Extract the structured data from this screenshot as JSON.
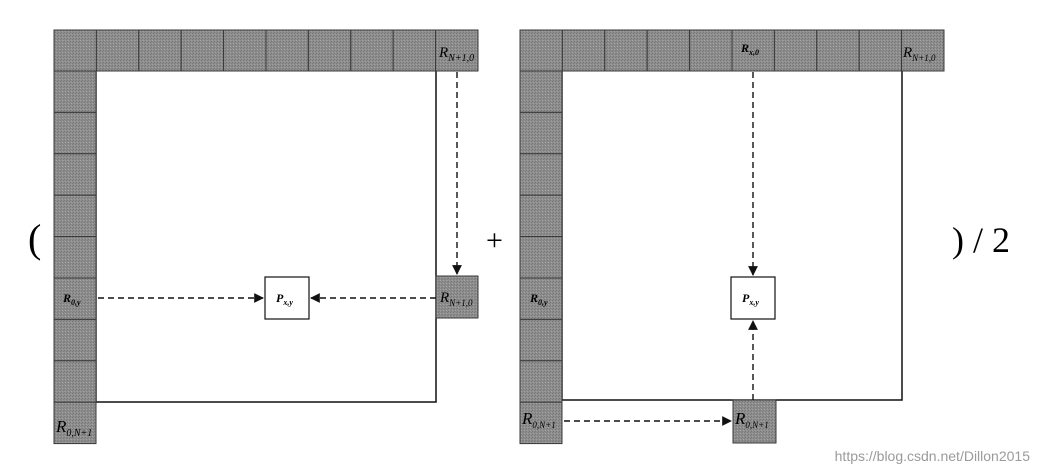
{
  "operators": {
    "open_paren": "(",
    "plus": "+",
    "close_div": ") / 2"
  },
  "diagram_left": {
    "top_right_ref": {
      "main": "R",
      "sub": "N+1,0"
    },
    "left_ref": {
      "main": "R",
      "sub": "0,y"
    },
    "bottom_left_ref": {
      "main": "R",
      "sub": "0,N+1"
    },
    "right_ref": {
      "main": "R",
      "sub": "N+1,0"
    },
    "target": {
      "main": "P",
      "sub": "x,y"
    }
  },
  "diagram_right": {
    "top_ref": {
      "main": "R",
      "sub": "x,0"
    },
    "top_right_ref": {
      "main": "R",
      "sub": "N+1,0"
    },
    "left_ref": {
      "main": "R",
      "sub": "0,y"
    },
    "bottom_left_ref": {
      "main": "R",
      "sub": "0,N+1"
    },
    "bottom_ref": {
      "main": "R",
      "sub": "0,N+1"
    },
    "target": {
      "main": "P",
      "sub": "x,y"
    }
  },
  "watermark": "https://blog.csdn.net/Dillon2015",
  "colors": {
    "cell_fill": "#8e8e8e",
    "cell_border": "#3a3a3a",
    "line": "#111111",
    "background": "#ffffff"
  }
}
